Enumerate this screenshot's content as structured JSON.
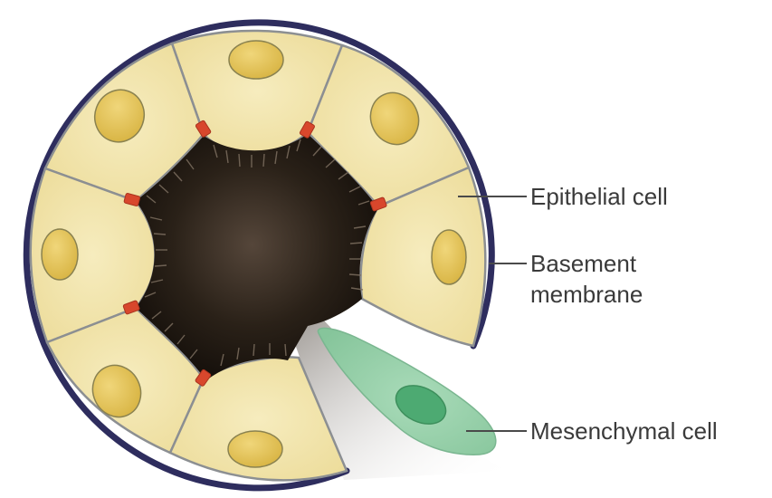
{
  "labels": {
    "epithelial": "Epithelial cell",
    "basement_line1": "Basement",
    "basement_line2": "membrane",
    "mesenchymal": "Mesenchymal cell"
  },
  "colors": {
    "cell_fill": "#f1e4a6",
    "cell_edge": "#8c8f92",
    "nucleus_fill": "#e3c45c",
    "basement_membrane": "#2e2d5e",
    "junction": "#d8472c",
    "lumen": "#2a2118",
    "mesenchymal_cell": "#9cd2ae",
    "mesenchymal_nucleus": "#4daa72",
    "label_text": "#3a3a3a"
  }
}
